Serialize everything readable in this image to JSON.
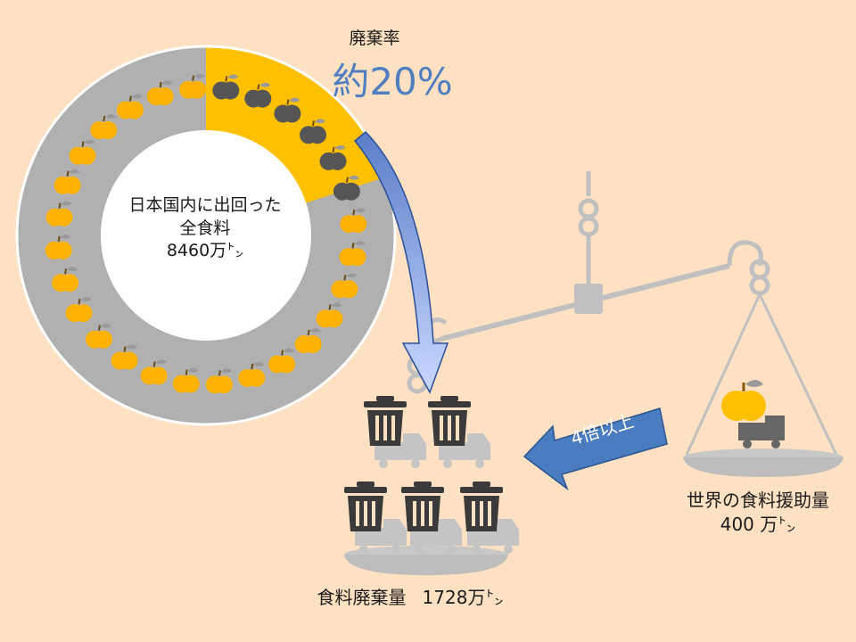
{
  "waste_rate": {
    "title": "廃棄率",
    "value": "約20%",
    "fraction": 0.2
  },
  "total_food": {
    "line1": "日本国内に出回った",
    "line2": "全食料",
    "line3": "8460万㌧"
  },
  "food_waste": {
    "label": "食料廃棄量",
    "amount": "1728万㌧"
  },
  "world_aid": {
    "line1": "世界の食料援助量",
    "line2": "400 万㌧"
  },
  "comparison": {
    "label": "4倍以上"
  },
  "colors": {
    "background": "#fde1c2",
    "ring_gray": "#b0b0b0",
    "waste_segment": "#ffc000",
    "apple_orange": "#ffb300",
    "apple_dark": "#555555",
    "rate_blue": "#4f7fc0",
    "arrow_blue": "#4a7cc0",
    "scale_gray": "#c0c0c0",
    "bin_dark": "#3a3a3a"
  },
  "icons": {
    "ring": "apple-icon",
    "bins": "trash-bin-icon",
    "trucks": "truck-icon",
    "aid": "apple-icon"
  }
}
